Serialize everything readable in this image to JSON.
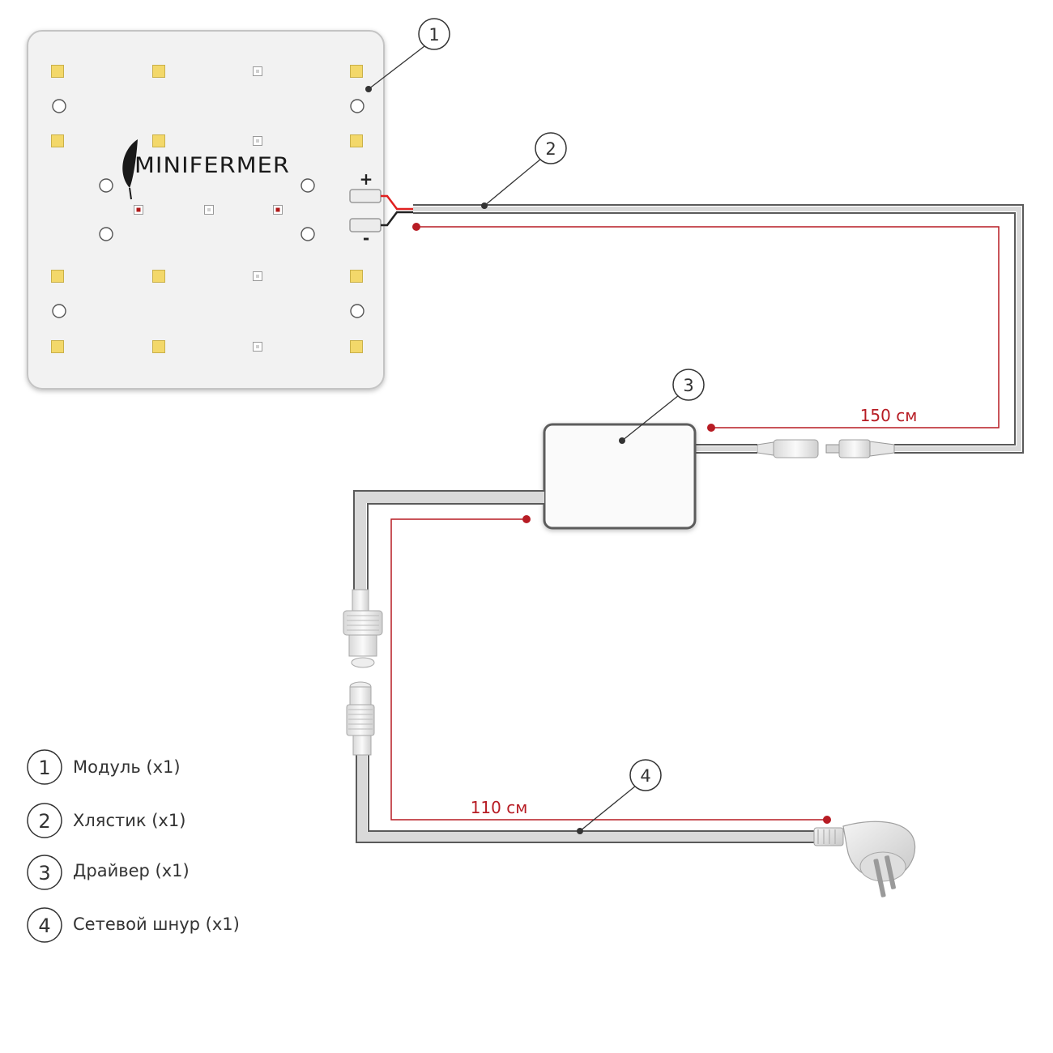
{
  "brand": {
    "logo_text": "MINIFERMER"
  },
  "polarity": {
    "plus": "+",
    "minus": "-"
  },
  "callouts": [
    {
      "num": "1",
      "target": "module"
    },
    {
      "num": "2",
      "target": "pigtail"
    },
    {
      "num": "3",
      "target": "driver"
    },
    {
      "num": "4",
      "target": "power-cord"
    }
  ],
  "dimensions": [
    {
      "label": "150 см",
      "target": "pigtail-length"
    },
    {
      "label": "110 см",
      "target": "power-cord-length"
    }
  ],
  "legend": [
    {
      "num": "1",
      "text": "Модуль (х1)"
    },
    {
      "num": "2",
      "text": "Хлястик (х1)"
    },
    {
      "num": "3",
      "text": "Драйвер (х1)"
    },
    {
      "num": "4",
      "text": "Сетевой шнур (х1)"
    }
  ],
  "colors": {
    "dimension_line": "#b71c24",
    "cable": "#555555",
    "wire_positive": "#e02020",
    "wire_negative": "#222222",
    "led_warm": "#f3d86a",
    "led_red": "#b01818"
  }
}
